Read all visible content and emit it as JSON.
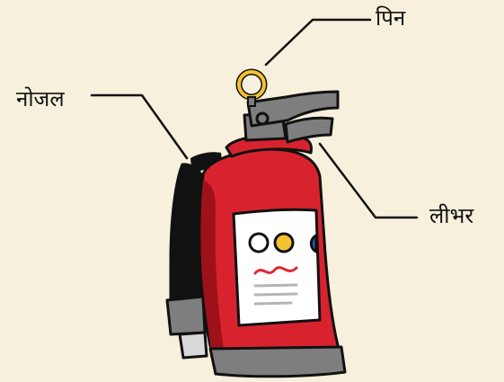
{
  "diagram": {
    "subject": "fire-extinguisher",
    "labels": {
      "pin": "पिन",
      "nozzle": "नोजल",
      "lever": "लीभर"
    }
  },
  "colors": {
    "background": "#f6f0dc",
    "body_red": "#d8232e",
    "body_dark_red": "#9e1119",
    "hose_black": "#111111",
    "metal_gray": "#7e7e7e",
    "ring_yellow": "#f2c230",
    "label_dot_blue": "#1f5fb8",
    "squiggle_red": "#e0262e",
    "leader_line": "#111111"
  }
}
